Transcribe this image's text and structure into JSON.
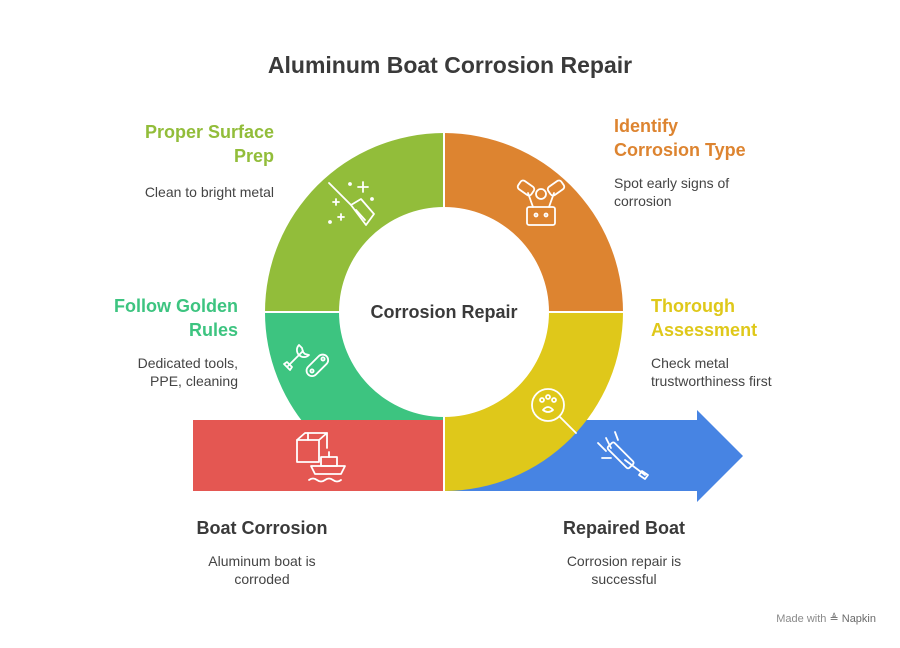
{
  "title": "Aluminum Boat Corrosion Repair",
  "center_label": "Corrosion Repair",
  "colors": {
    "green": "#92bd3a",
    "orange": "#dd8430",
    "yellow": "#dfc81a",
    "teal": "#3dc480",
    "red": "#e45752",
    "blue": "#4784e3",
    "title": "#3a3a3a"
  },
  "steps": {
    "surface_prep": {
      "title_line1": "Proper Surface",
      "title_line2": "Prep",
      "desc": "Clean to bright metal",
      "icon": "broom-sparkle-icon"
    },
    "identify": {
      "title_line1": "Identify",
      "title_line2": "Corrosion Type",
      "desc_line1": "Spot early signs of",
      "desc_line2": "corrosion",
      "icon": "engine-icon"
    },
    "golden_rules": {
      "title_line1": "Follow Golden",
      "title_line2": "Rules",
      "desc_line1": "Dedicated tools,",
      "desc_line2": "PPE, cleaning",
      "icon": "tools-icon"
    },
    "assessment": {
      "title_line1": "Thorough",
      "title_line2": "Assessment",
      "desc_line1": "Check metal",
      "desc_line2": "trustworthiness first",
      "icon": "magnifier-icon"
    }
  },
  "start": {
    "title": "Boat Corrosion",
    "desc_line1": "Aluminum boat is",
    "desc_line2": "corroded",
    "icon": "boat-box-icon"
  },
  "end": {
    "title": "Repaired Boat",
    "desc_line1": "Corrosion repair is",
    "desc_line2": "successful",
    "icon": "squeegee-icon"
  },
  "footer": {
    "made_with": "Made with",
    "brand": "Napkin"
  }
}
